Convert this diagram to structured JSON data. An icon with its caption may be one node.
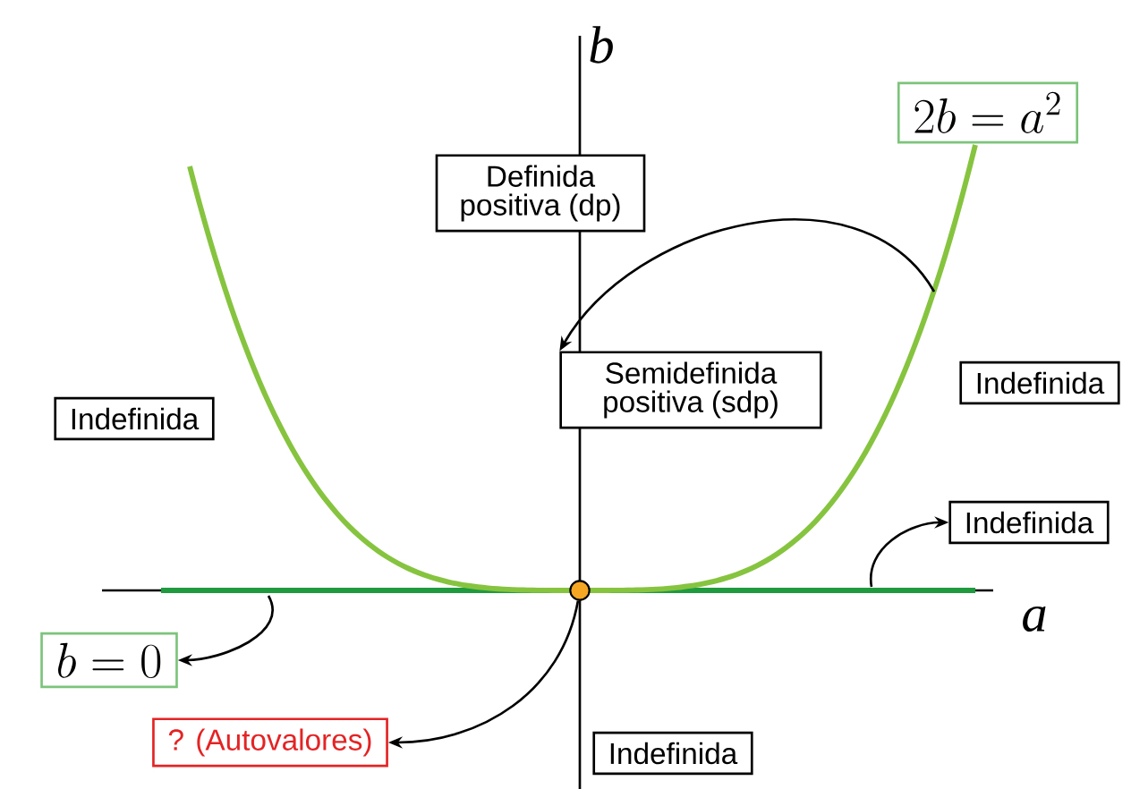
{
  "diagram": {
    "nodes": [
      {
        "text": [
          "Definida positiva (dp)"
        ]
      },
      {
        "text": [
          "Semidefinida positiva (sdp)"
        ]
      },
      {
        "text": [
          "Indefinida"
        ]
      },
      {
        "text": [
          "Indefinida"
        ]
      },
      {
        "text": [
          "Indefinida"
        ]
      },
      {
        "text": [
          "Indefinida"
        ]
      },
      {
        "text": [
          "b = 0"
        ]
      },
      {
        "text": [
          "? (Autovalores)"
        ]
      },
      {
        "text": [
          "2 b = a^{2}"
        ]
      },
      {
        "text": [],
        "shape": "circle"
      }
    ],
    "edges": [
      {
        "from": null,
        "to": 1,
        "arrow": "to"
      },
      {
        "from": null,
        "to": 4,
        "arrow": "to"
      },
      {
        "from": null,
        "to": 6,
        "arrow": "to"
      },
      {
        "from": 9,
        "to": 7,
        "arrow": "to"
      }
    ],
    "labels": [
      "b",
      "a"
    ]
  }
}
